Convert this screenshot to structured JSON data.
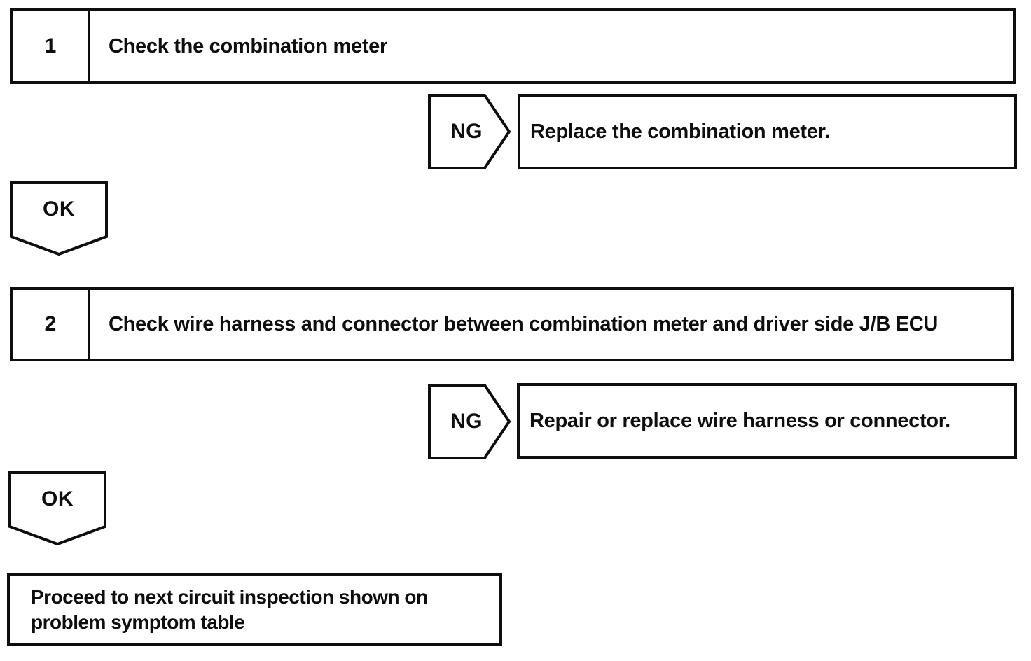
{
  "colors": {
    "ink": "#0e0e0e",
    "paper": "#ffffff"
  },
  "flowchart": {
    "steps": [
      {
        "number": "1",
        "title": "Check the combination meter",
        "ng_label": "NG",
        "ng_action": "Replace the combination meter.",
        "ok_label": "OK"
      },
      {
        "number": "2",
        "title": "Check wire harness and connector between combination meter and driver side J/B ECU",
        "ng_label": "NG",
        "ng_action": "Repair or replace wire harness or connector.",
        "ok_label": "OK"
      }
    ],
    "terminal": "Proceed to next circuit inspection shown on problem symptom table"
  }
}
